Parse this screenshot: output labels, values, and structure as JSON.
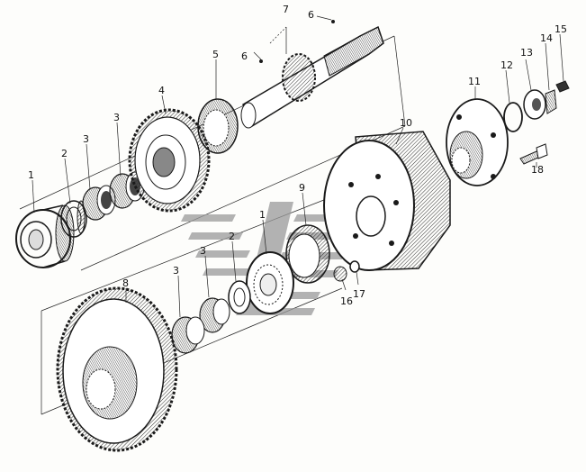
{
  "diagram": {
    "callouts": [
      {
        "id": "c1a",
        "text": "1"
      },
      {
        "id": "c2a",
        "text": "2"
      },
      {
        "id": "c3a",
        "text": "3"
      },
      {
        "id": "c3b",
        "text": "3"
      },
      {
        "id": "c4",
        "text": "4"
      },
      {
        "id": "c5",
        "text": "5"
      },
      {
        "id": "c6a",
        "text": "6"
      },
      {
        "id": "c6b",
        "text": "6"
      },
      {
        "id": "c7",
        "text": "7"
      },
      {
        "id": "c8",
        "text": "8"
      },
      {
        "id": "c3c",
        "text": "3"
      },
      {
        "id": "c3d",
        "text": "3"
      },
      {
        "id": "c2b",
        "text": "2"
      },
      {
        "id": "c1b",
        "text": "1"
      },
      {
        "id": "c9",
        "text": "9"
      },
      {
        "id": "c10",
        "text": "10"
      },
      {
        "id": "c11",
        "text": "11"
      },
      {
        "id": "c12",
        "text": "12"
      },
      {
        "id": "c13",
        "text": "13"
      },
      {
        "id": "c14",
        "text": "14"
      },
      {
        "id": "c15",
        "text": "15"
      },
      {
        "id": "c16",
        "text": "16"
      },
      {
        "id": "c17",
        "text": "17"
      },
      {
        "id": "c18",
        "text": "18"
      }
    ],
    "colors": {
      "ink": "#1a1a1a",
      "watermark": "#9a9a9a",
      "paper": "#fdfdfb"
    }
  }
}
